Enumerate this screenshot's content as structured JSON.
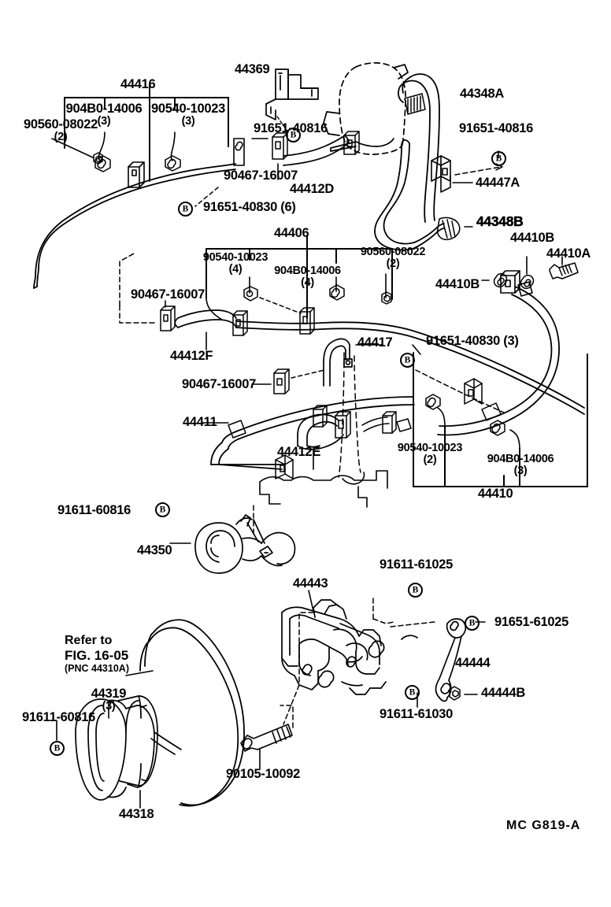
{
  "diagram": {
    "title": "Power steering tube / hose exploded parts diagram",
    "footer_code": "MC  G819-A",
    "ink_color": "#000000",
    "background_color": "#ffffff"
  },
  "refer_note": {
    "line1": "Refer to",
    "line2": "FIG. 16-05",
    "line3": "(PNC 44310A)"
  },
  "labels": {
    "p90560_08022_top": {
      "text": "90560-08022",
      "qty": "(2)"
    },
    "p90480_14006_top": {
      "text": "904B0-14006",
      "qty": "(3)"
    },
    "p44416": {
      "text": "44416"
    },
    "p90540_10023_top": {
      "text": "90540-10023",
      "qty": "(3)"
    },
    "p44369": {
      "text": "44369"
    },
    "p91651_40816_left": {
      "text": "91651-40816"
    },
    "p91651_40816_right": {
      "text": "91651-40816"
    },
    "p44348A": {
      "text": "44348A"
    },
    "p44447A": {
      "text": "44447A"
    },
    "p90467_16007_top": {
      "text": "90467-16007"
    },
    "p44412D": {
      "text": "44412D"
    },
    "p91651_40830_6": {
      "text": "91651-40830 (6)"
    },
    "p44348B": {
      "text": "44348B"
    },
    "p44406": {
      "text": "44406"
    },
    "p90540_10023_mid": {
      "text": "90540-10023",
      "qty": "(4)"
    },
    "p90480_14006_mid": {
      "text": "904B0-14006",
      "qty": "(4)"
    },
    "p90560_08022_mid": {
      "text": "90560-08022",
      "qty": "(2)"
    },
    "p44410B_left": {
      "text": "44410B"
    },
    "p44410B_top": {
      "text": "44410B"
    },
    "p44410A": {
      "text": "44410A"
    },
    "p90467_16007_mid": {
      "text": "90467-16007"
    },
    "p44412F": {
      "text": "44412F"
    },
    "p44417": {
      "text": "44417"
    },
    "p91651_40830_3": {
      "text": "91651-40830 (3)"
    },
    "p90467_16007_low": {
      "text": "90467-16007"
    },
    "p44411": {
      "text": "44411"
    },
    "p44412E": {
      "text": "44412E"
    },
    "p90540_10023_low": {
      "text": "90540-10023",
      "qty": "(2)"
    },
    "p90480_14006_low": {
      "text": "904B0-14006",
      "qty": "(3)"
    },
    "p44410": {
      "text": "44410"
    },
    "p91611_60816_pump": {
      "text": "91611-60816"
    },
    "p44350": {
      "text": "44350"
    },
    "p44443": {
      "text": "44443"
    },
    "p91611_61025": {
      "text": "91611-61025"
    },
    "p91651_61025": {
      "text": "91651-61025"
    },
    "p44444": {
      "text": "44444"
    },
    "p44444B": {
      "text": "44444B"
    },
    "p91611_61030": {
      "text": "91611-61030"
    },
    "p44319": {
      "text": "44319",
      "qty": "(3)"
    },
    "p91611_60816_pulley": {
      "text": "91611-60816"
    },
    "p44318": {
      "text": "44318"
    },
    "p90105_10092": {
      "text": "90105-10092"
    }
  },
  "callout_markers": [
    {
      "name": "b-marker-44369",
      "glyph": "B"
    },
    {
      "name": "b-marker-91651-40816",
      "glyph": "B"
    },
    {
      "name": "b-marker-91651-40830-6",
      "glyph": "B"
    },
    {
      "name": "b-marker-91651-40830-3",
      "glyph": "B"
    },
    {
      "name": "b-marker-91611-60816",
      "glyph": "B"
    },
    {
      "name": "b-marker-91611-61025",
      "glyph": "B"
    },
    {
      "name": "b-marker-91651-61025",
      "glyph": "B"
    },
    {
      "name": "b-marker-91611-61030",
      "glyph": "B"
    },
    {
      "name": "b-marker-91611-60816-pulley",
      "glyph": "B"
    }
  ]
}
